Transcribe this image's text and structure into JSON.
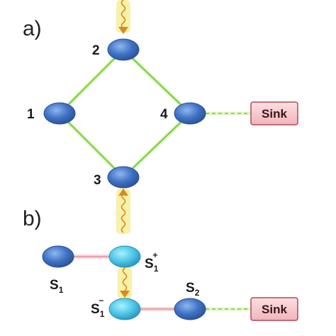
{
  "panels": {
    "a": "a)",
    "b": "b)"
  },
  "network": {
    "site_1": "1",
    "site_2": "2",
    "site_3": "3",
    "site_4": "4",
    "sink": "Sink"
  },
  "reduced": {
    "s1_base": "S",
    "s1_index": "1",
    "s1_plus_base": "S",
    "s1_plus_index": "1",
    "s1_plus_sign": "+",
    "s1_minus_base": "S",
    "s1_minus_index": "1",
    "s1_minus_sign": "−",
    "s2_base": "S",
    "s2_index": "2",
    "sink": "Sink"
  },
  "colors": {
    "node_blue": "#3f72c4",
    "node_cyan": "#4ec6e6",
    "green_link": "#6fcf3a",
    "pink_link": "#e8a0ac",
    "sink_fill": "#f6c8cc",
    "sink_border": "#b04a58",
    "photon_wave": "#d98a1a",
    "photon_glow": "#f6ef9a"
  }
}
